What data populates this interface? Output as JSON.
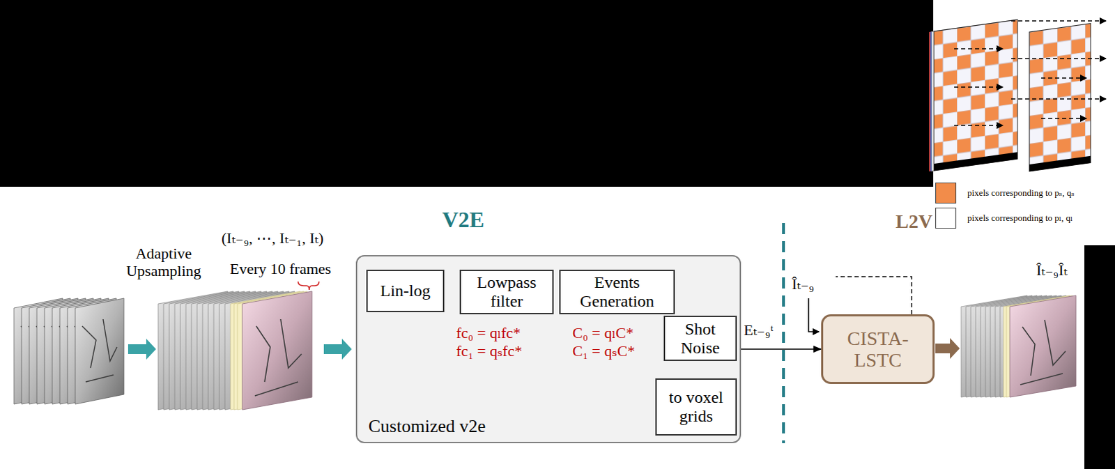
{
  "diagram": {
    "nodes": [
      {
        "text": [
          "Customized v2e"
        ]
      },
      {
        "text": [
          "Lin-log"
        ],
        "in": 0
      },
      {
        "text": [
          "Lowpass filter"
        ],
        "in": 0
      },
      {
        "text": [
          "Events Generation"
        ],
        "in": 0
      },
      {
        "text": [
          "Shot Noise"
        ],
        "in": 0
      },
      {
        "text": [
          "to voxel grids"
        ],
        "in": 0
      },
      {
        "text": [
          "CISTA-LSTC"
        ]
      }
    ],
    "edges": [
      {
        "from": 1,
        "to": 2,
        "arrow": "to"
      },
      {
        "from": 2,
        "to": 3,
        "arrow": "to"
      },
      {
        "from": 3,
        "to": 4,
        "arrow": "to"
      },
      {
        "from": 4,
        "to": 5,
        "arrow": "to"
      },
      {
        "from": 0,
        "to": 6,
        "label": "Eₜ₋₉ᵗ",
        "arrow": "to"
      }
    ],
    "labels": [
      "Adaptive Upsampling",
      "(Iₜ₋₉, ⋯, Iₜ₋₁, Iₜ)",
      "Every 10 frames",
      "V2E",
      "fc₀ = qₗfc*",
      "fc₁ = qₛfc*",
      "C₀ = qₗC*",
      "C₁ = qₛC*",
      "Îₜ₋₉",
      "Îₜ₋₉Îₜ",
      "L2V"
    ],
    "legend": [
      {
        "text": "pixels corresponding to pₛ, qₛ",
        "color": "#f28c4a"
      },
      {
        "text": "pixels corresponding to pₗ, qₗ",
        "color": "#ffffff"
      }
    ]
  }
}
